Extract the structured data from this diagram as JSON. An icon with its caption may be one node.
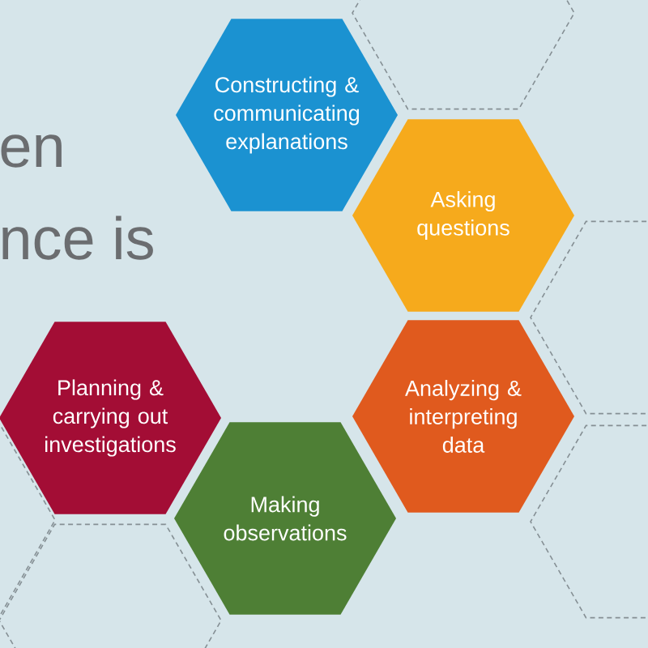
{
  "diagram": {
    "nodes": [
      {
        "text": [
          "Constructing & communicating explanations"
        ]
      },
      {
        "text": [
          "Asking questions"
        ]
      },
      {
        "text": [
          "Analyzing & interpreting data"
        ]
      },
      {
        "text": [
          "Making observations"
        ]
      },
      {
        "text": [
          "Planning & carrying out investigations"
        ]
      },
      {
        "text": [],
        "shape": "hexagon"
      },
      {
        "text": [],
        "shape": "hexagon"
      },
      {
        "text": [],
        "shape": "hexagon"
      },
      {
        "text": [],
        "shape": "hexagon"
      },
      {
        "text": [],
        "shape": "hexagon"
      }
    ],
    "labels": [
      "en",
      "nce is"
    ]
  }
}
